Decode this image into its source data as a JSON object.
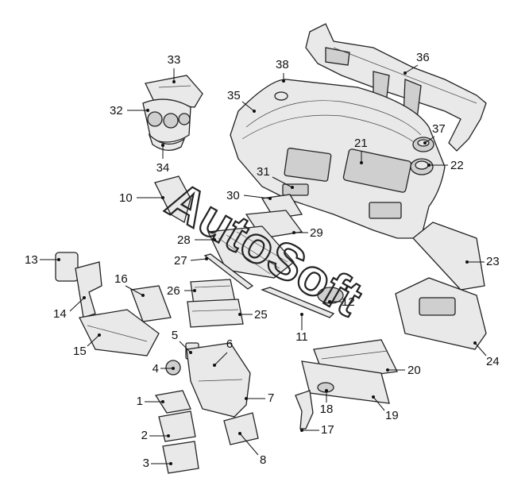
{
  "diagram": {
    "watermark": "AutoSoft",
    "callouts": [
      {
        "id": "1",
        "label": "1"
      },
      {
        "id": "2",
        "label": "2"
      },
      {
        "id": "3",
        "label": "3"
      },
      {
        "id": "4",
        "label": "4"
      },
      {
        "id": "5",
        "label": "5"
      },
      {
        "id": "6",
        "label": "6"
      },
      {
        "id": "7",
        "label": "7"
      },
      {
        "id": "8",
        "label": "8"
      },
      {
        "id": "10",
        "label": "10"
      },
      {
        "id": "11",
        "label": "11"
      },
      {
        "id": "12",
        "label": "12"
      },
      {
        "id": "13",
        "label": "13"
      },
      {
        "id": "14",
        "label": "14"
      },
      {
        "id": "15",
        "label": "15"
      },
      {
        "id": "16",
        "label": "16"
      },
      {
        "id": "17",
        "label": "17"
      },
      {
        "id": "18",
        "label": "18"
      },
      {
        "id": "19",
        "label": "19"
      },
      {
        "id": "20",
        "label": "20"
      },
      {
        "id": "21",
        "label": "21"
      },
      {
        "id": "22",
        "label": "22"
      },
      {
        "id": "23",
        "label": "23"
      },
      {
        "id": "24",
        "label": "24"
      },
      {
        "id": "25",
        "label": "25"
      },
      {
        "id": "26",
        "label": "26"
      },
      {
        "id": "27",
        "label": "27"
      },
      {
        "id": "28",
        "label": "28"
      },
      {
        "id": "29",
        "label": "29"
      },
      {
        "id": "30",
        "label": "30"
      },
      {
        "id": "31",
        "label": "31"
      },
      {
        "id": "32",
        "label": "32"
      },
      {
        "id": "33",
        "label": "33"
      },
      {
        "id": "34",
        "label": "34"
      },
      {
        "id": "35",
        "label": "35"
      },
      {
        "id": "36",
        "label": "36"
      },
      {
        "id": "37",
        "label": "37"
      },
      {
        "id": "38",
        "label": "38"
      }
    ]
  }
}
